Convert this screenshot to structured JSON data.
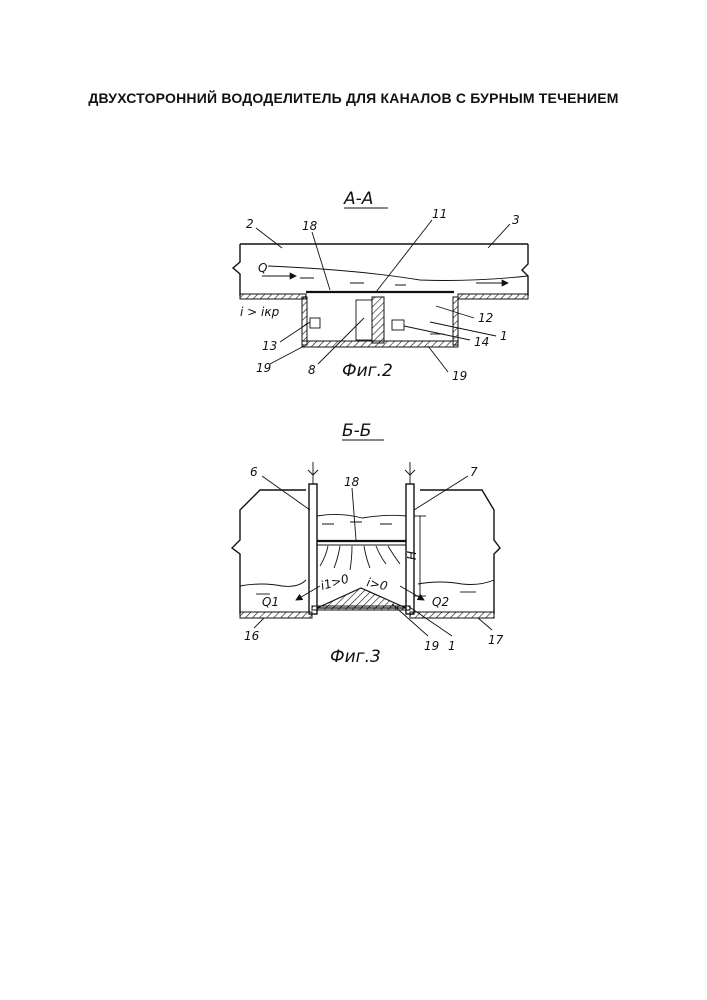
{
  "title": "ДВУХСТОРОННИЙ ВОДОДЕЛИТЕЛЬ ДЛЯ КАНАЛОВ С БУРНЫМ ТЕЧЕНИЕМ",
  "fig2": {
    "section": "А-А",
    "caption": "Фиг.2",
    "labels": {
      "n2": "2",
      "n3": "3",
      "n18": "18",
      "n11": "11",
      "n12": "12",
      "n1": "1",
      "n14": "14",
      "n13": "13",
      "n19a": "19",
      "n8": "8",
      "n19b": "19",
      "flow": "Q",
      "slope": "i > iкр"
    }
  },
  "fig3": {
    "section": "Б-Б",
    "caption": "Фиг.3",
    "labels": {
      "n6": "6",
      "n7": "7",
      "n18": "18",
      "n16": "16",
      "n17": "17",
      "n19": "19",
      "n1": "1",
      "q1": "Q1",
      "q2": "Q2",
      "h": "H",
      "slope1": "i1>0",
      "slope2": "i>0"
    }
  }
}
